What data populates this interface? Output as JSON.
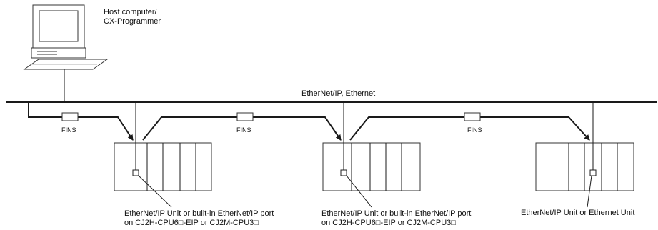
{
  "host": {
    "line1": "Host computer/",
    "line2": "CX-Programmer"
  },
  "network_label": "EtherNet/IP, Ethernet",
  "fins_label": "FINS",
  "plcs": [
    {
      "line1": "EtherNet/IP Unit or built-in EtherNet/IP port",
      "line2": "on CJ2H-CPU6□-EIP or CJ2M-CPU3□"
    },
    {
      "line1": "EtherNet/IP Unit or built-in EtherNet/IP port",
      "line2": "on CJ2H-CPU6□-EIP or CJ2M-CPU3□"
    },
    {
      "line1": "EtherNet/IP Unit or Ethernet Unit",
      "line2": ""
    }
  ]
}
